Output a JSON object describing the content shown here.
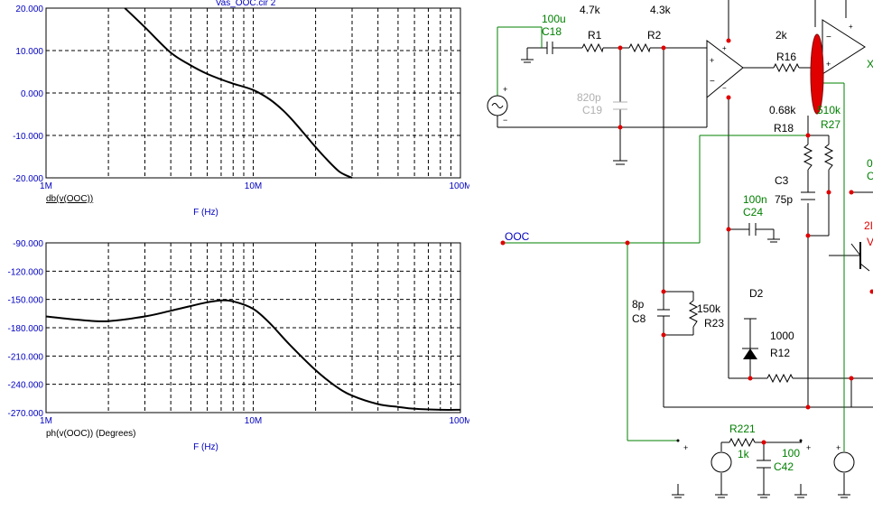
{
  "file_title": "Vas_OOC.cir 2",
  "plots": [
    {
      "name": "magnitude",
      "yticks": [
        "20.000",
        "10.000",
        "0.000",
        "-10.000",
        "-20.000"
      ],
      "xticks": [
        "1M",
        "10M",
        "100M"
      ],
      "trace_label": "db(v(OOC))",
      "xlabel": "F (Hz)"
    },
    {
      "name": "phase",
      "yticks": [
        "-90.000",
        "-120.000",
        "-150.000",
        "-180.000",
        "-210.000",
        "-240.000",
        "-270.000"
      ],
      "xticks": [
        "1M",
        "10M",
        "100M"
      ],
      "trace_label": "ph(v(OOC)) (Degrees)",
      "xlabel": "F (Hz)"
    }
  ],
  "chart_data": [
    {
      "type": "line",
      "title": "",
      "xlabel": "F (Hz)",
      "ylabel": "db(v(OOC))",
      "xscale": "log",
      "xlim": [
        1000000,
        100000000
      ],
      "ylim": [
        -20,
        20
      ],
      "grid": true,
      "series": [
        {
          "name": "db(v(OOC))",
          "x": [
            2400000,
            3000000,
            4000000,
            5000000,
            6000000,
            7000000,
            8000000,
            10000000,
            12000000,
            14000000,
            16000000,
            19000000,
            22000000,
            26000000,
            30000000
          ],
          "y": [
            20,
            15.5,
            9.5,
            6.5,
            4.5,
            3.2,
            2.2,
            0.7,
            -1.5,
            -4.2,
            -7.2,
            -11.5,
            -15,
            -18.5,
            -20
          ]
        }
      ]
    },
    {
      "type": "line",
      "title": "",
      "xlabel": "F (Hz)",
      "ylabel": "ph(v(OOC)) (Degrees)",
      "xscale": "log",
      "xlim": [
        1000000,
        100000000
      ],
      "ylim": [
        -270,
        -90
      ],
      "grid": true,
      "series": [
        {
          "name": "ph(v(OOC)) (Degrees)",
          "x": [
            1000000,
            1500000,
            2000000,
            3000000,
            4000000,
            5000000,
            6000000,
            7000000,
            8000000,
            10000000,
            12000000,
            15000000,
            20000000,
            25000000,
            30000000,
            40000000,
            50000000,
            60000000,
            80000000,
            100000000
          ],
          "y": [
            -168,
            -172,
            -173,
            -168,
            -162,
            -157,
            -153,
            -151,
            -152,
            -160,
            -175,
            -198,
            -225,
            -242,
            -252,
            -261,
            -264,
            -266,
            -267,
            -267
          ]
        }
      ]
    }
  ],
  "schematic": {
    "labels": {
      "c18_value": "100u",
      "c18_name": "C18",
      "r1_value": "4.7k",
      "r1_name": "R1",
      "r2_value": "4.3k",
      "r2_name": "R2",
      "c19_value": "820p",
      "c19_name": "C19",
      "r16_value": "2k",
      "r16_name": "R16",
      "r18_value": "0.68k",
      "r18_name": "R18",
      "r27_value": "510k",
      "r27_name": "R27",
      "c3_name": "C3",
      "c3_value": "75p",
      "c24_value": "100n",
      "c24_name": "C24",
      "ooc_label": "OOC",
      "c8_value": "8p",
      "c8_name": "C8",
      "r23_value": "150k",
      "r23_name": "R23",
      "d2_name": "D2",
      "r12_value": "1000",
      "r12_name": "R12",
      "r221_name": "R221",
      "r221_value": "1k",
      "c42_value": "100",
      "c42_name": "C42",
      "edge_x": "X",
      "edge_0": "0",
      "edge_c": "C",
      "edge_2": "2I",
      "edge_v": "V"
    },
    "colors": {
      "wire": "#000000",
      "net": "#008000",
      "node": "#e00000",
      "label_green": "#008000",
      "label_blue": "#0000c0",
      "label_gray": "#b0b0b0",
      "highlight": "#e00000"
    }
  }
}
